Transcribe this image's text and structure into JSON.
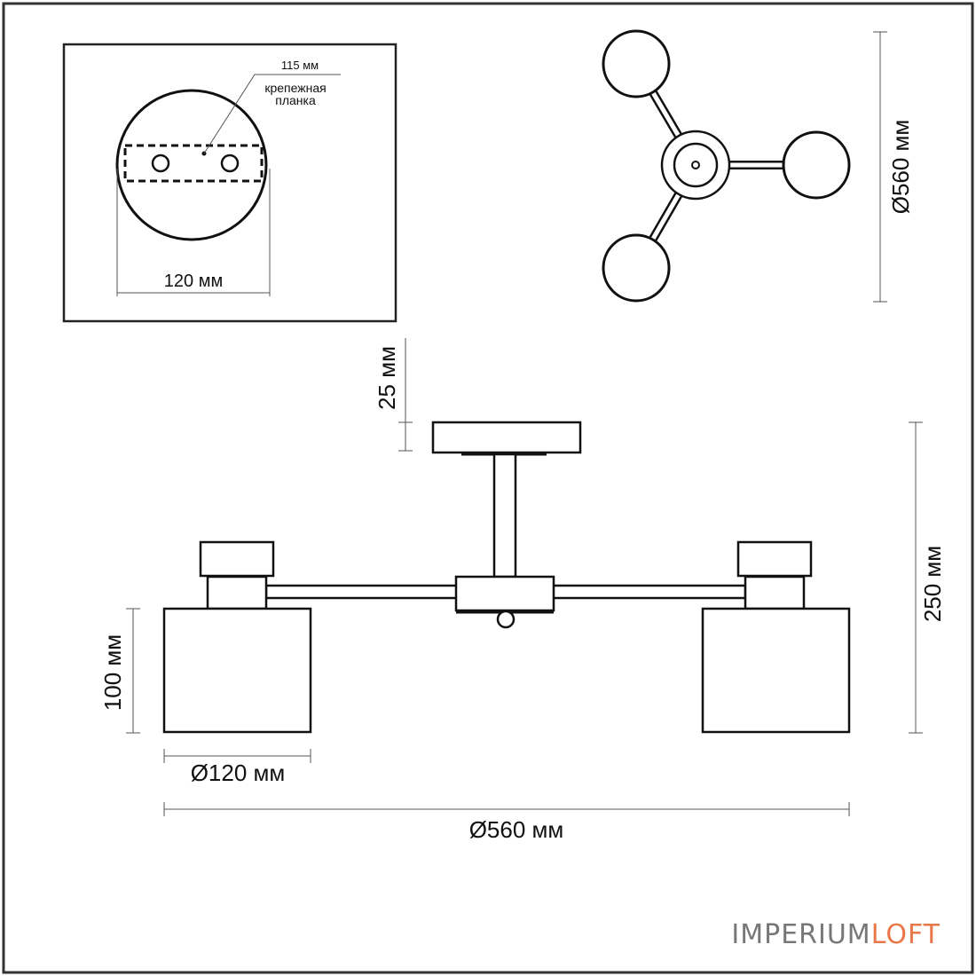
{
  "mount_detail": {
    "bracket_size": "115 мм",
    "bracket_label_line1": "крепежная",
    "bracket_label_line2": "планка",
    "base_width": "120 мм"
  },
  "top_view": {
    "diameter": "Ø560 мм"
  },
  "side_view": {
    "canopy_height": "25 мм",
    "total_height": "250 мм",
    "shade_height": "100 мм",
    "shade_diameter": "Ø120 мм",
    "overall_diameter": "Ø560 мм"
  },
  "brand": {
    "part1": "IMPERIUM",
    "part2": "LOFT"
  },
  "colors": {
    "line": "#111111",
    "frame": "#333333",
    "dim": "#555555",
    "brand_grey": "#777777",
    "brand_accent": "#e8774a"
  }
}
